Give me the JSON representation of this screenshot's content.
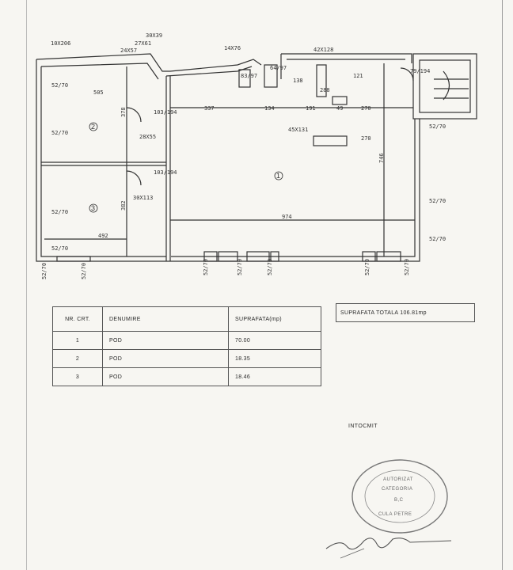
{
  "plan": {
    "labels_top": [
      "10X206",
      "30X39",
      "27X61",
      "24X57",
      "14X76",
      "42X128"
    ],
    "labels_interior": [
      "28X55",
      "30X113",
      "45X131"
    ],
    "door_labels": [
      "103/194",
      "103/194"
    ],
    "small_dims": [
      "64/97",
      "83/97",
      "138",
      "79/194",
      "121",
      "288",
      "134",
      "191",
      "49"
    ],
    "dims_horizontal": [
      "505",
      "337",
      "270",
      "270",
      "974",
      "492"
    ],
    "dims_vertical": [
      "378",
      "382",
      "746"
    ],
    "window_labels": [
      "52/70"
    ],
    "room_numbers": [
      "1",
      "2",
      "3"
    ]
  },
  "table": {
    "headers": [
      "NR. CRT.",
      "DENUMIRE",
      "SUPRAFATA(mp)"
    ],
    "rows": [
      {
        "nr": "1",
        "name": "POD",
        "area": "70.00"
      },
      {
        "nr": "2",
        "name": "POD",
        "area": "18.35"
      },
      {
        "nr": "3",
        "name": "POD",
        "area": "18.46"
      }
    ]
  },
  "total": "SUPRAFATA TOTALA 106.81mp",
  "prepared_by": "INTOCMIT",
  "stamp": {
    "lines": [
      "AUTORIZAT",
      "CATEGORIA",
      "B,C",
      "CULA PETRE"
    ]
  },
  "colors": {
    "ink": "#2a2a2a",
    "paper": "#f7f6f2",
    "stamp": "#777777"
  }
}
